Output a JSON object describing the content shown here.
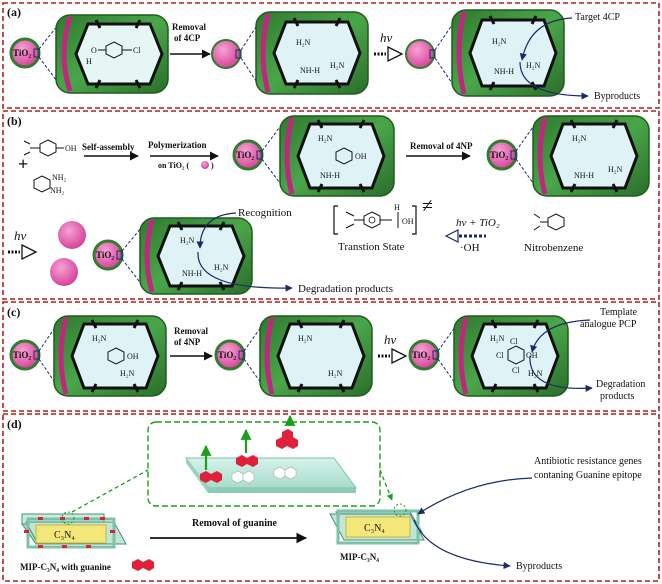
{
  "colors": {
    "panel_border": "#b21e1e",
    "capsule_fill": "#3a8f3a",
    "capsule_edge": "#1f5c1f",
    "cavity": "#cde9f0",
    "tio2_fill": "#e84aa6",
    "tio2_ring": "#2f7d2f",
    "imprint_arc": "#c0287f",
    "arrow_blue": "#1d2a6b",
    "green_arrow": "#1aa01a",
    "guanine_red": "#e0203a",
    "c3n4_fill": "#f3e77a",
    "frame_mint": "#a9d9c4"
  },
  "panels": {
    "a": {
      "label": "(a)",
      "tio2": "TiO₂",
      "template_H": "H",
      "template_O": "O",
      "template_Cl": "Cl",
      "step1": [
        "Removal",
        "of 4CP"
      ],
      "light": "hν",
      "target": "Target 4CP",
      "byproducts": "Byproducts",
      "cavity_groups": {
        "h2n_top": "H₂N",
        "nh": "NH-H",
        "h2n_bot": "H₂N"
      }
    },
    "b": {
      "label": "(b)",
      "monomer_oh": "OH",
      "monomer_nh2_a": "NH₂",
      "monomer_nh2_b": "NH₂",
      "plus": "+",
      "step_self": "Self-assembly",
      "step_poly": [
        "Polymerization",
        "on TiO₂ ("
      ],
      "step_poly_close": ")",
      "step_remove": "Removal of 4NP",
      "recognition": "Recognition",
      "transition_state": "Transtion State",
      "ts_H": "H",
      "ts_O": "O",
      "ts_OH": "OH",
      "not_equal": "≠",
      "hv_tio2": "hν + TiO₂",
      "oh_radical": "·OH",
      "nitrobenzene": "Nitrobenzene",
      "degradation": "Degradation products",
      "light": "hν",
      "tio2": "TiO₂"
    },
    "c": {
      "label": "(c)",
      "tio2": "TiO₂",
      "step_remove": [
        "Removal",
        "of 4NP"
      ],
      "light": "hν",
      "template_analogue": [
        "Template",
        "analogue PCP"
      ],
      "degradation": [
        "Degradation",
        "products"
      ],
      "cl": "Cl",
      "oh": "OH"
    },
    "d": {
      "label": "(d)",
      "c3n4": "C₃N₄",
      "left_caption": "MIP-C₃N₄ with guanine",
      "step_remove": "Removal of guanine",
      "right_caption": "MIP-C₃N₄",
      "genes_note": [
        "Antibiotic resistance genes",
        "contaning Guanine epitope"
      ],
      "byproducts": "Byproducts"
    }
  }
}
